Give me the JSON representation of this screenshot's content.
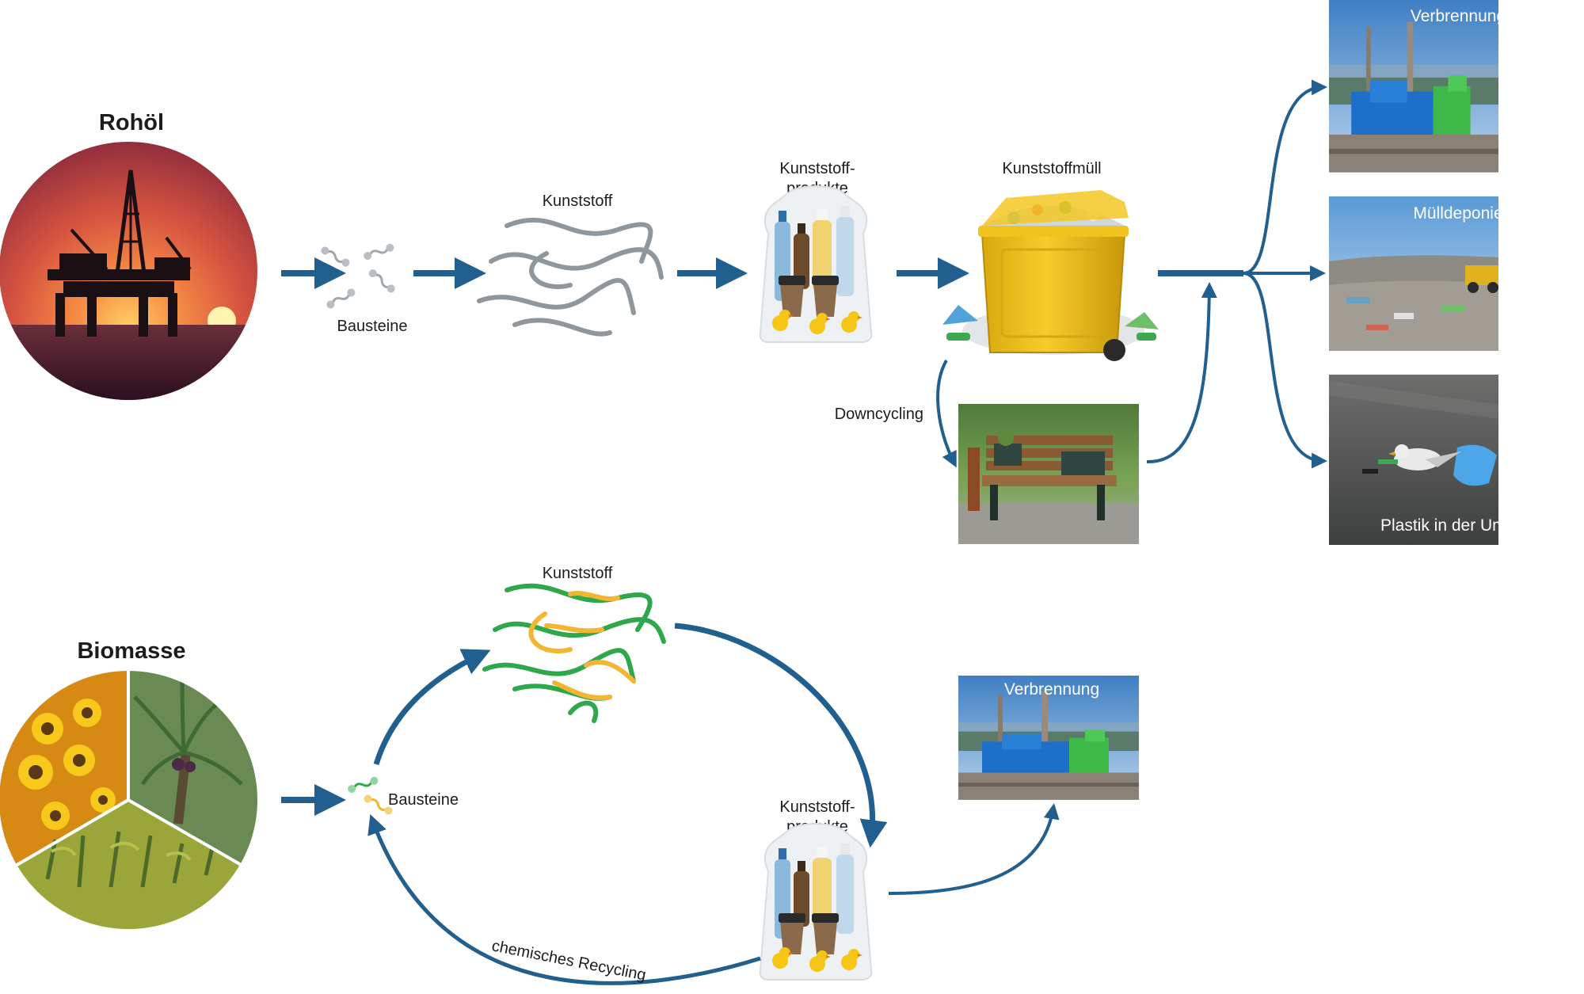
{
  "fossil": {
    "title": "Rohöl",
    "monomers": "Bausteine",
    "polymer": "Kunststoff",
    "products_l1": "Kunststoff-",
    "products_l2": "produkte",
    "waste": "Kunststoffmüll",
    "downcycling": "Downcycling"
  },
  "end_of_life": {
    "incineration": "Verbrennung",
    "landfill": "Mülldeponie",
    "environment": "Plastik in der Umwelt"
  },
  "bio": {
    "title": "Biomasse",
    "monomers": "Bausteine",
    "polymer": "Kunststoff",
    "products_l1": "Kunststoff-",
    "products_l2": "produkte",
    "chemical_recycling": "chemisches Recycling",
    "incineration": "Verbrennung"
  },
  "colors": {
    "arrow": "#215f8e",
    "polymer_fossil": "#8f979d",
    "polymer_bio_green": "#2ea84a",
    "polymer_bio_yellow": "#f2b632",
    "waste_bin": "#f2c41c"
  }
}
